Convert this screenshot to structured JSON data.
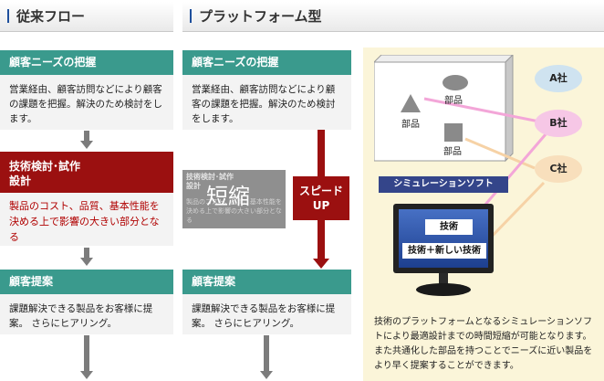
{
  "left": {
    "header": "従来フロー",
    "needs_title": "顧客ニーズの把握",
    "needs_desc": "営業経由、顧客訪問などにより顧客の課題を把握。解決のため検討をします。",
    "tech_title": "技術検討･試作\n設計",
    "tech_desc": "製品のコスト、品質、基本性能を決める上で影響の大きい部分となる",
    "proposal_title": "顧客提案",
    "proposal_desc": "課題解決できる製品をお客様に提案。 さらにヒアリング。"
  },
  "right": {
    "header": "プラットフォーム型",
    "needs_title": "顧客ニーズの把握",
    "needs_desc": "営業経由、顧客訪問などにより顧客の課題を把握。解決のため検討をします。",
    "ghost_title": "技術検討･試作\n設計",
    "ghost_desc": "製品のコスト、品質、基本性能を決める上で影響の大きい部分となる",
    "shorten_label": "短縮",
    "speed_label": "スピード\nUP",
    "proposal_title": "顧客提案",
    "proposal_desc": "課題解決できる製品をお客様に提案。 さらにヒアリング。"
  },
  "diagram": {
    "part_label": "部品",
    "companies": [
      "A社",
      "B社",
      "C社"
    ],
    "software_label": "シミュレーションソフト",
    "monitor_line1": "技術",
    "monitor_line2": "技術＋新しい技術",
    "description": "技術のプラットフォームとなるシミュレーションソフトにより最適設計までの時間短縮が可能となります。 また共通化した部品を持つことでニーズに近い製品をより早く提案することができます。"
  },
  "colors": {
    "teal": "#3a9a8d",
    "red": "#9b1010",
    "navy": "#1e4f9c",
    "pink": "#f3a6d8",
    "peach": "#f6d2a6"
  }
}
